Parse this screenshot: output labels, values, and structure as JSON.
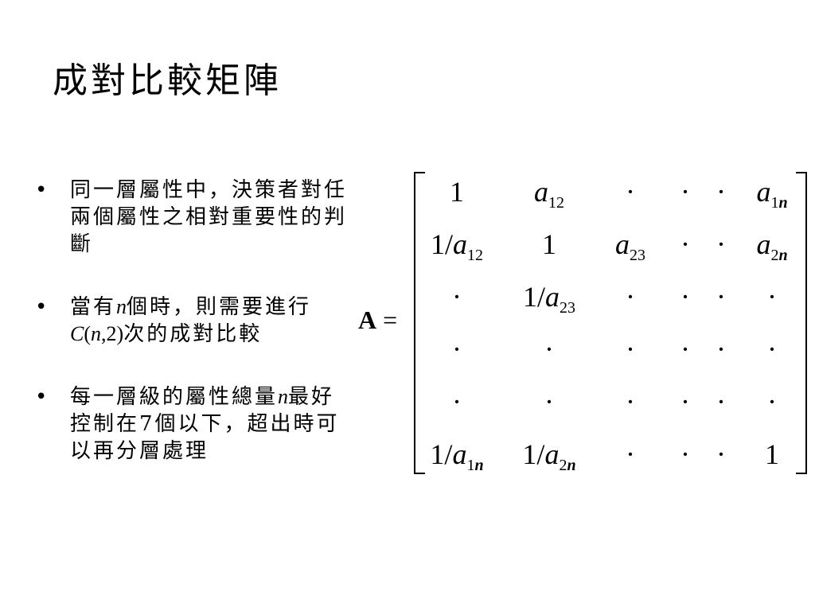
{
  "slide": {
    "title": "成對比較矩陣",
    "bullet_symbol": "•",
    "bullets": [
      {
        "text": "同一層屬性中，決策者對任兩個屬性之相對重要性的判斷"
      },
      {
        "text_a": "當有",
        "var_n": "n",
        "text_b": "個時，則需要進行",
        "math": "C(n,2)",
        "text_c": "次的成對比較"
      },
      {
        "text_a": "每一層級的屬性總量",
        "var_n": "n",
        "text_b": "最好控制在7個以下，超出時可以再分層處理"
      }
    ]
  },
  "matrix": {
    "label": "A",
    "equals": "=",
    "rows": [
      [
        "1",
        "a12",
        "·",
        "·",
        "·",
        "a1n"
      ],
      [
        "1/a12",
        "1",
        "a23",
        "·",
        "·",
        "a2n"
      ],
      [
        "·",
        "1/a23",
        "·",
        "·",
        "·",
        "·"
      ],
      [
        "·",
        "·",
        "·",
        "·",
        "·",
        "·"
      ],
      [
        "·",
        "·",
        "·",
        "·",
        "·",
        "·"
      ],
      [
        "1/a1n",
        "1/a2n",
        "·",
        "·",
        "·",
        "1"
      ]
    ]
  }
}
